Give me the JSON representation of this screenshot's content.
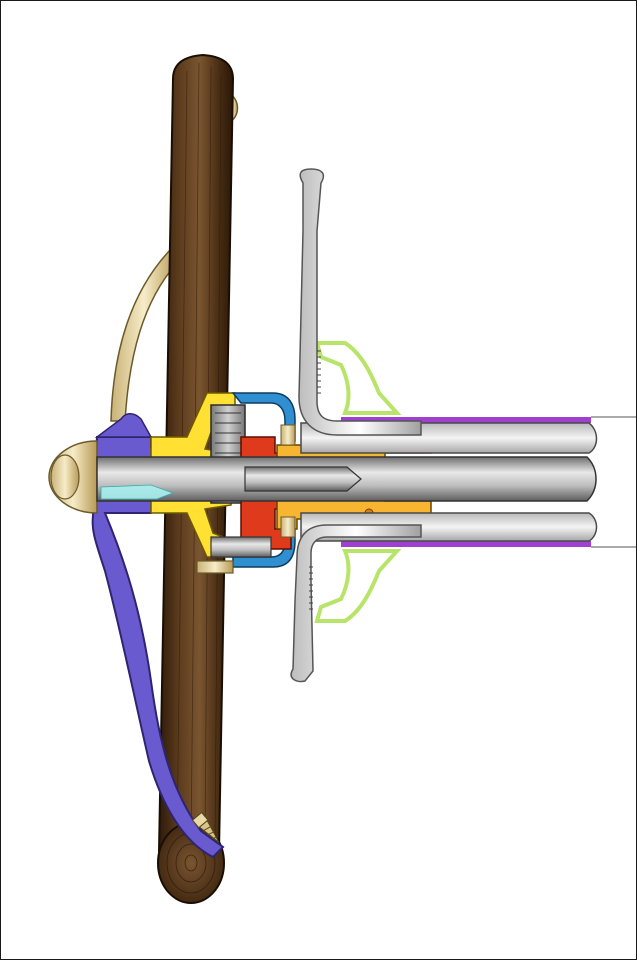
{
  "diagram": {
    "type": "mechanical-cross-section",
    "labels": [],
    "colors": {
      "wood_dark": "#3d2410",
      "wood_mid": "#5a3a1c",
      "wood_light": "#7a5530",
      "brace_purple": "#6a5ad0",
      "brass_tan": "#e8d9a8",
      "gear_grey": "#9e9e9e",
      "bevel_yellow": "#ffe033",
      "bracket_blue": "#2f8fd0",
      "core_red": "#e03a1c",
      "housing_orange": "#f7b531",
      "bracket_green": "#b8e46a",
      "liner_magenta": "#a040d0",
      "handle_white": "#f2f2f2",
      "shaft_grey": "#8a8a8a"
    },
    "parts": [
      "wooden-post",
      "wooden-post-cross-section",
      "purple-brace",
      "brass-curved-arm",
      "brass-finial",
      "gear",
      "yellow-bevel-plate",
      "blue-bracket",
      "red-core",
      "orange-housing",
      "central-shaft",
      "outer-tube",
      "green-brackets",
      "magenta-liner",
      "crank-handles",
      "screw"
    ]
  }
}
